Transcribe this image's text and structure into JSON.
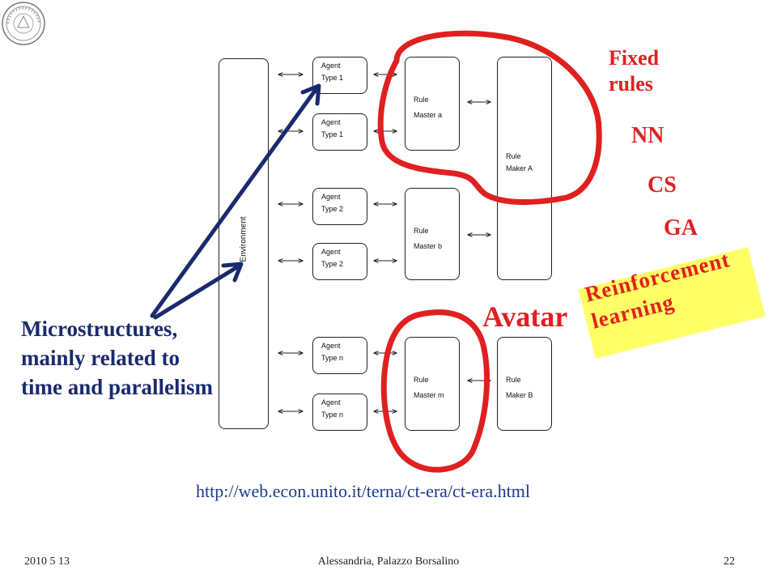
{
  "diagram": {
    "environment_label": "Environment",
    "agents": [
      {
        "line1": "Agent",
        "line2": "Type 1"
      },
      {
        "line1": "Agent",
        "line2": "Type 1"
      },
      {
        "line1": "Agent",
        "line2": "Type 2"
      },
      {
        "line1": "Agent",
        "line2": "Type 2"
      },
      {
        "line1": "Agent",
        "line2": "Type n"
      },
      {
        "line1": "Agent",
        "line2": "Type n"
      }
    ],
    "rule_masters": [
      {
        "line1": "Rule",
        "line2": "Master a"
      },
      {
        "line1": "Rule",
        "line2": "Master b"
      },
      {
        "line1": "Rule",
        "line2": "Master m"
      }
    ],
    "rule_makers": [
      {
        "line1": "Rule",
        "line2": "Maker A"
      },
      {
        "line1": "Rule",
        "line2": "Maker B"
      }
    ]
  },
  "annotations": {
    "fixed_rules": "Fixed rules",
    "nn": "NN",
    "cs": "CS",
    "ga": "GA",
    "reinforcement": "Reinforcement learning",
    "avatar": "Avatar",
    "microstructures": "Microstructures, mainly related to time and parallelism",
    "ink_red": "#e02020",
    "ink_blue": "#1a2a6e",
    "highlight": "#ffff66"
  },
  "url": "http://web.econ.unito.it/terna/ct-era/ct-era.html",
  "footer": {
    "date": "2010 5 13",
    "center": "Alessandria, Palazzo Borsalino",
    "page": "22"
  }
}
